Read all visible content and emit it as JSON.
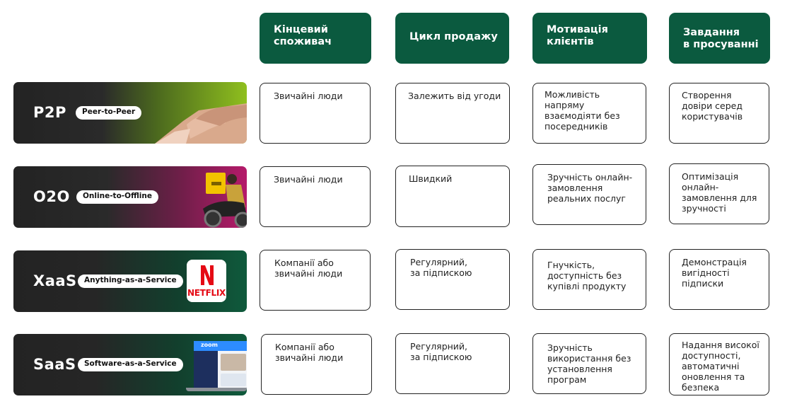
{
  "headers": [
    {
      "label": "Кінцевий\nспоживач"
    },
    {
      "label": "Цикл продажу"
    },
    {
      "label": "Мотивація\nклієнтів"
    },
    {
      "label": "Завдання\nв просуванні"
    }
  ],
  "rows": [
    {
      "abbr": "P2P",
      "full": "Peer-to-Peer",
      "cells": [
        "Звичайні люди",
        "Залежить від угоди",
        "Можливість\nнапряму\nвзаємодіяти без\nпосередників",
        "Створення\nдовіри серед\nкористувачів"
      ]
    },
    {
      "abbr": "O2O",
      "full": "Online-to-Offline",
      "cells": [
        "Звичайні люди",
        "Швидкий",
        "Зручність онлайн-\nзамовлення\nреальних послуг",
        "Оптимізація\nонлайн-\nзамовлення для\nзручності"
      ]
    },
    {
      "abbr": "XaaS",
      "full": "Anything-as-a-Service",
      "logo": "NETFLIX",
      "cells": [
        "Компанії або\nзвичайні люди",
        "Регулярний,\nза підпискою",
        "Гнучкість,\nдоступність без\nкупівлі продукту",
        "Демонстрація\nвигідності\nпідписки"
      ]
    },
    {
      "abbr": "SaaS",
      "full": "Software-as-a-Service",
      "logo": "zoom",
      "cells": [
        "Компанії або\nзвичайні люди",
        "Регулярний,\nза підпискою",
        "Зручність\nвикористання без\nустановлення\nпрограм",
        "Надання високої\nдоступності,\nавтоматичні\nоновлення та\nбезпека"
      ]
    }
  ],
  "colors": {
    "header_bg": "#0b5a3f",
    "p2p_accent": "#8fbf1e",
    "o2o_accent": "#b51a6a",
    "xaas_accent": "#0f5a3c",
    "saas_accent": "#0f5a3c",
    "netflix_red": "#e50914",
    "zoom_blue": "#2d8cff"
  }
}
